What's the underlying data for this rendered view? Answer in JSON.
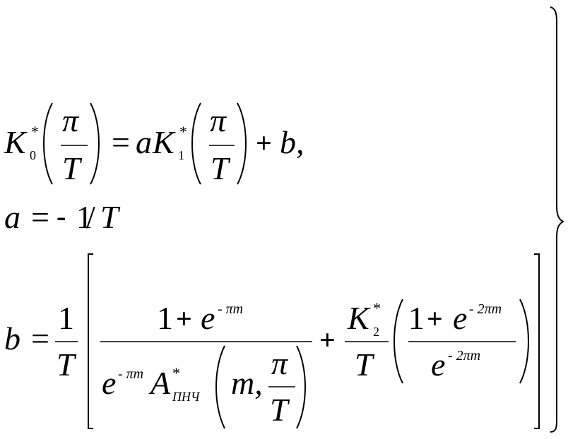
{
  "equation_system": {
    "line1": {
      "K": "K",
      "star": "*",
      "sub_0": "0",
      "pi": "π",
      "T": "T",
      "equals": "=",
      "a": "a",
      "sub_1": "1",
      "plus": "+",
      "b_comma": "b,"
    },
    "line2": {
      "a": "a",
      "equals": "=",
      "minus": "-",
      "one": "1",
      "slash": "/",
      "T": "T"
    },
    "line3": {
      "b": "b",
      "equals": "=",
      "one": "1",
      "T": "T",
      "plus": "+",
      "e": "e",
      "exp_pi_m": "- πm",
      "exp_2pi_m": "- 2πm",
      "A": "A",
      "A_sub": "ПНЧ",
      "star": "*",
      "m_comma": "m,",
      "pi": "π",
      "K": "K",
      "sub_2": "2"
    }
  }
}
